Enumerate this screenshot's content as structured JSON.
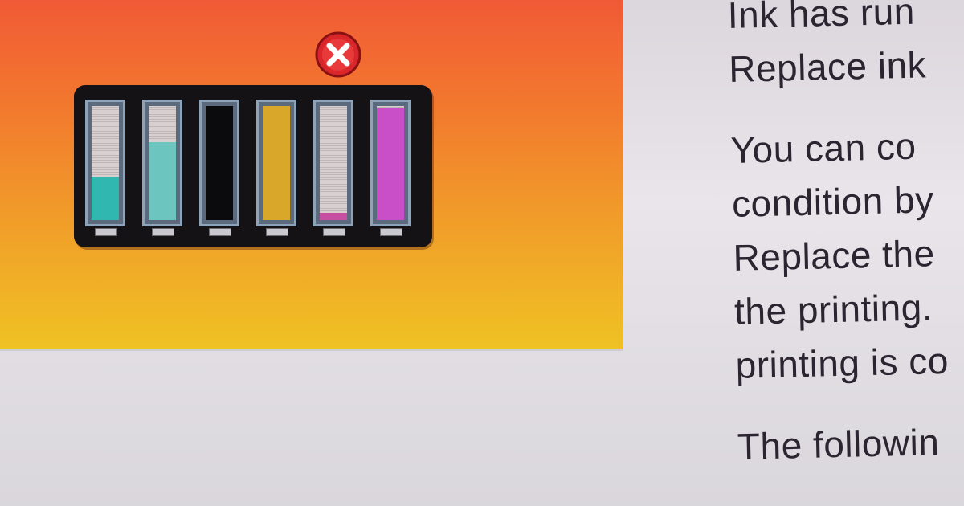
{
  "status_panel": {
    "gradient_colors": [
      "#f15a36",
      "#efc223"
    ],
    "error_icon": "error-x-icon",
    "cartridges": [
      {
        "slot": 1,
        "ink_color": "#2fb7b0",
        "fill_level": 0.38
      },
      {
        "slot": 2,
        "ink_color": "#6cc6bf",
        "fill_level": 0.68
      },
      {
        "slot": 3,
        "ink_color": "#0b0a0c",
        "fill_level": 1.0
      },
      {
        "slot": 4,
        "ink_color": "#d9a72a",
        "fill_level": 1.0
      },
      {
        "slot": 5,
        "ink_color": "#c64fa3",
        "fill_level": 0.06
      },
      {
        "slot": 6,
        "ink_color": "#c94fc9",
        "fill_level": 0.98
      }
    ]
  },
  "message": {
    "paragraph1": [
      "Ink has run",
      "Replace ink"
    ],
    "paragraph2": [
      "You can co",
      "condition by",
      "Replace the",
      "the printing.",
      "printing is co"
    ],
    "paragraph3": [
      "The followin"
    ]
  }
}
